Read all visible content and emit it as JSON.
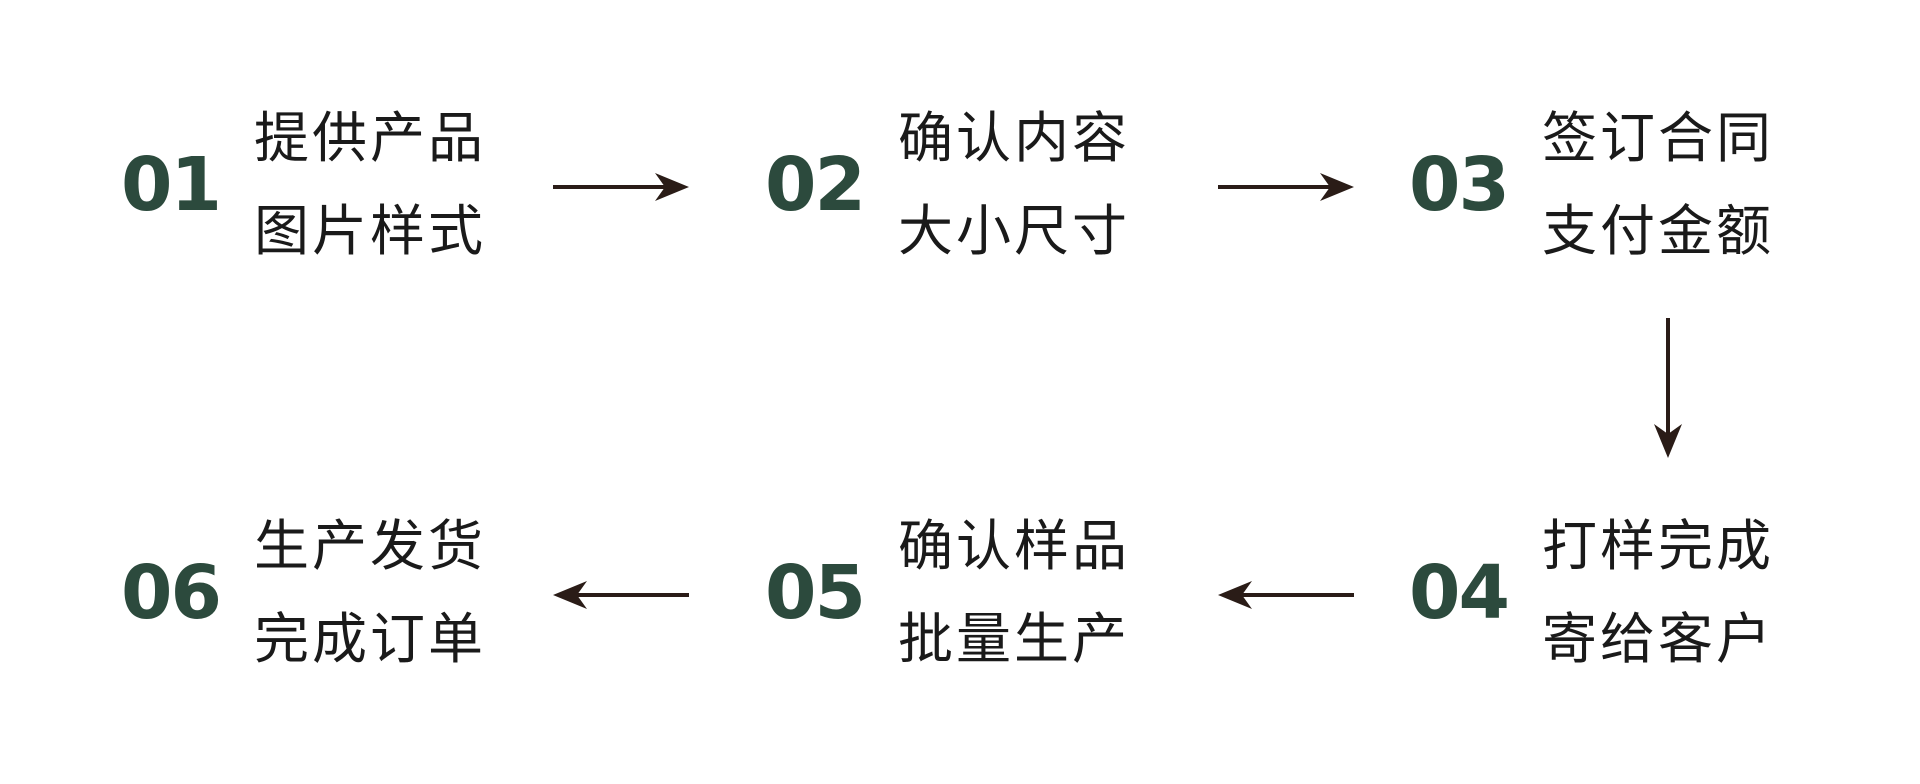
{
  "diagram": {
    "type": "process-flow",
    "direction": "snake: top row left-to-right, then down, bottom row right-to-left",
    "steps": [
      {
        "number": "01",
        "line1": "提供产品",
        "line2": "图片样式"
      },
      {
        "number": "02",
        "line1": "确认内容",
        "line2": "大小尺寸"
      },
      {
        "number": "03",
        "line1": "签订合同",
        "line2": "支付金额"
      },
      {
        "number": "04",
        "line1": "打样完成",
        "line2": "寄给客户"
      },
      {
        "number": "05",
        "line1": "确认样品",
        "line2": "批量生产"
      },
      {
        "number": "06",
        "line1": "生产发货",
        "line2": "完成订单"
      }
    ],
    "arrows": [
      {
        "name": "arrow-step1-to-step2",
        "direction": "right"
      },
      {
        "name": "arrow-step2-to-step3",
        "direction": "right"
      },
      {
        "name": "arrow-step3-to-step4",
        "direction": "down"
      },
      {
        "name": "arrow-step4-to-step5",
        "direction": "left"
      },
      {
        "name": "arrow-step5-to-step6",
        "direction": "left"
      }
    ]
  },
  "colors": {
    "accent-green": "#2c4a3d",
    "text-black": "#1a1a1a",
    "arrow-dark": "#2a1c17",
    "bg": "#ffffff"
  }
}
